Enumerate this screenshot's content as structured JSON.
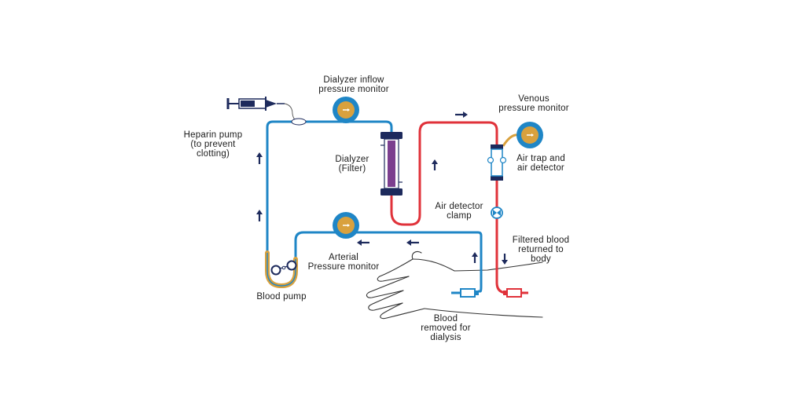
{
  "colors": {
    "background": "#ffffff",
    "blue_line": "#1f86c6",
    "red_line": "#e0323a",
    "navy": "#1d2a5c",
    "gold": "#d9a13e",
    "filter_purple": "#7c3f8f",
    "skin_outline": "#333333"
  },
  "icons": {
    "syringe": "syringe-icon",
    "monitor": "pressure-gauge-icon",
    "pump": "roller-pump-icon",
    "filter": "dialyzer-cartridge-icon",
    "clamp": "clamp-valve-icon",
    "arrow": "flow-arrow-icon",
    "hand": "arm-hand-icon"
  },
  "labels": {
    "dialyzer_inflow": [
      "Dialyzer inflow",
      "pressure monitor"
    ],
    "heparin_pump": [
      "Heparin pump",
      "(to prevent",
      "clotting)"
    ],
    "dialyzer": [
      "Dialyzer",
      "(Filter)"
    ],
    "venous": [
      "Venous",
      "pressure monitor"
    ],
    "air_trap": [
      "Air trap and",
      "air detector"
    ],
    "air_clamp": [
      "Air detector",
      "clamp"
    ],
    "filtered_blood": [
      "Filtered blood",
      "returned to",
      "body"
    ],
    "arterial": [
      "Arterial",
      "Pressure monitor"
    ],
    "blood_pump": [
      "Blood pump"
    ],
    "blood_removed": [
      "Blood",
      "removed for",
      "dialysis"
    ]
  }
}
